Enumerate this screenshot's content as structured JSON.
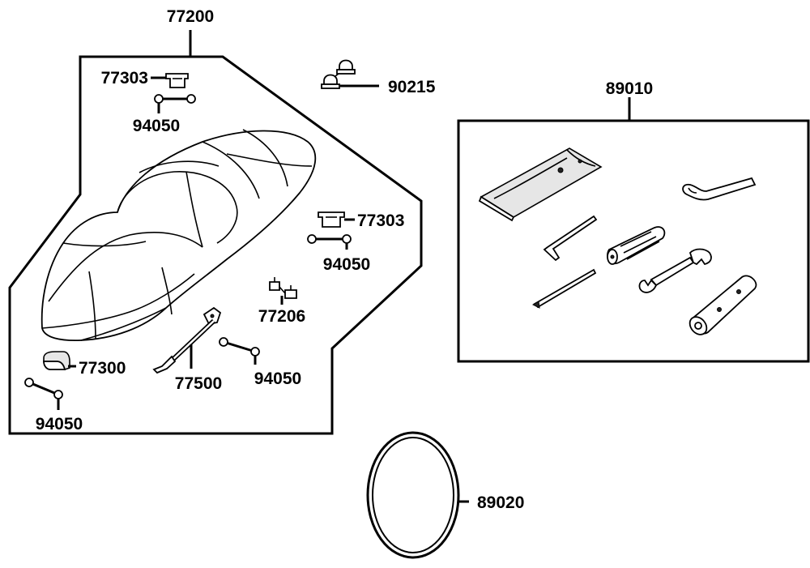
{
  "callouts": {
    "seat_assembly": "77200",
    "seat_latch_top": "77303",
    "washer_top": "94050",
    "cap_nut": "90215",
    "tool_kit": "89010",
    "seat_latch_right": "77303",
    "washer_right": "94050",
    "seat_hook": "77206",
    "bumper": "77300",
    "seat_stay": "77500",
    "washer_center": "94050",
    "washer_bottom": "94050",
    "seal_ring": "89020"
  }
}
